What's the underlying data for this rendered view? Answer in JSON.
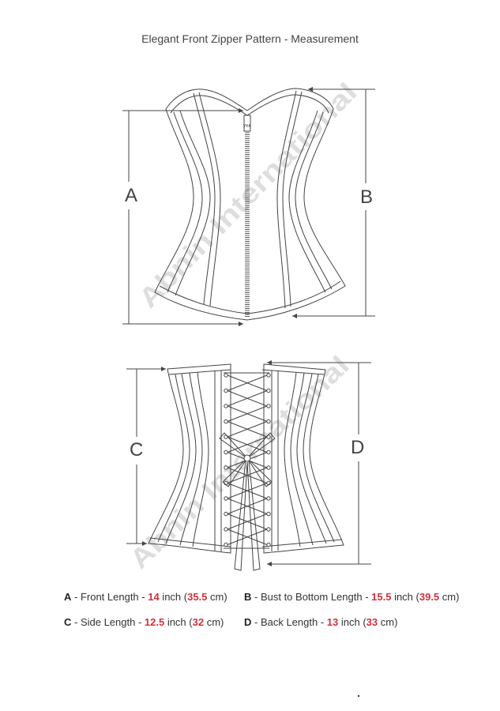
{
  "title": "Elegant Front Zipper Pattern - Measurement",
  "watermark": "Abnin International",
  "zipper_text": "YKK",
  "labels": {
    "a": "A",
    "b": "B",
    "c": "C",
    "d": "D"
  },
  "measurements": [
    {
      "letter": "A",
      "name": " - Front Length - ",
      "inch": "14",
      "inch_unit": " inch (",
      "cm": "35.5",
      "cm_unit": " cm)"
    },
    {
      "letter": "B",
      "name": " - Bust to Bottom Length - ",
      "inch": "15.5",
      "inch_unit": " inch (",
      "cm": "39.5",
      "cm_unit": " cm)"
    },
    {
      "letter": "C",
      "name": " - Side Length - ",
      "inch": "12.5",
      "inch_unit": " inch (",
      "cm": "32",
      "cm_unit": " cm)"
    },
    {
      "letter": "D",
      "name": " - Back Length - ",
      "inch": "13",
      "inch_unit": " inch (",
      "cm": "33",
      "cm_unit": " cm)"
    }
  ],
  "colors": {
    "accent": "#d0323a",
    "line": "#444444",
    "watermark": "#d9d9d9"
  }
}
